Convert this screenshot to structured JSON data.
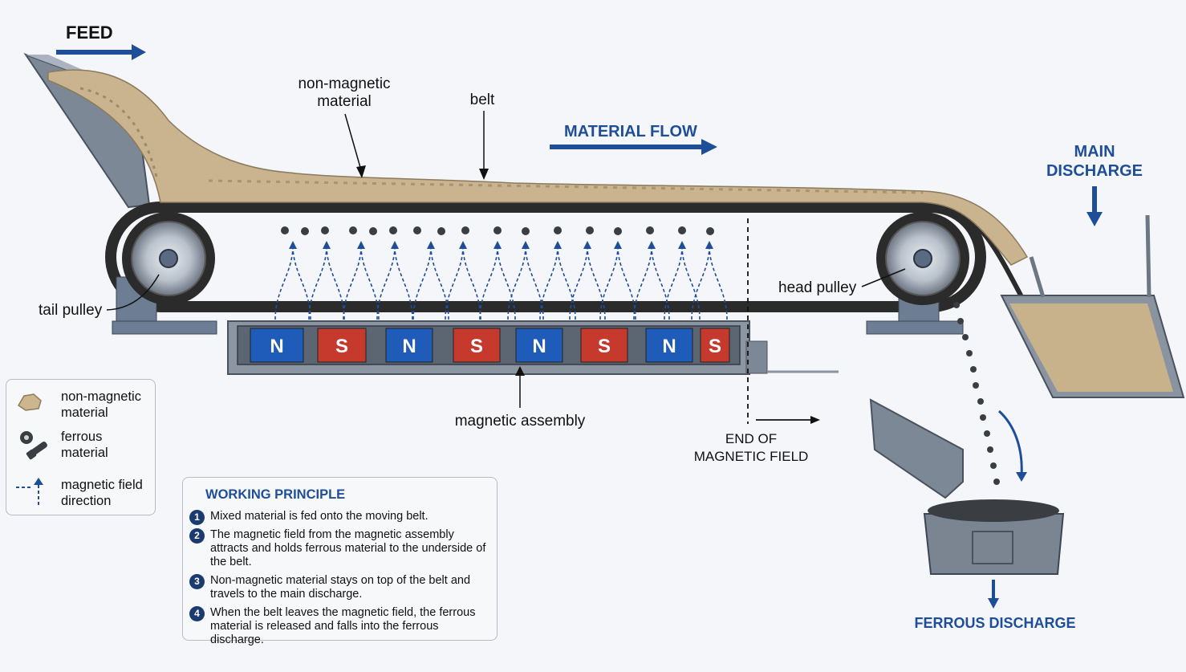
{
  "labels": {
    "feed": "FEED",
    "non_magnetic": [
      "non-magnetic",
      "material"
    ],
    "belt": "belt",
    "material_flow": "MATERIAL FLOW",
    "main_discharge": [
      "MAIN",
      "DISCHARGE"
    ],
    "tail_pulley": "tail pulley",
    "head_pulley": "head pulley",
    "magnetic_assembly": "magnetic assembly",
    "end_of_field": [
      "END OF",
      "MAGNETIC FIELD"
    ],
    "ferrous_discharge": "FERROUS DISCHARGE"
  },
  "magnet_poles": [
    "N",
    "S",
    "N",
    "S",
    "N",
    "S",
    "N",
    "S"
  ],
  "legend": {
    "items": [
      {
        "icon": "nugget-icon",
        "text": [
          "non-magnetic",
          "material"
        ]
      },
      {
        "icon": "bolt-nut-icon",
        "text": [
          "ferrous",
          "material"
        ]
      },
      {
        "icon": "field-arrow-icon",
        "text": [
          "magnetic field",
          "direction"
        ]
      }
    ]
  },
  "principle": {
    "title": "WORKING PRINCIPLE",
    "steps": [
      {
        "num": "1",
        "text": "Mixed material is fed onto the moving belt."
      },
      {
        "num": "2",
        "text": "The magnetic field from the magnetic assembly attracts and holds ferrous material to the underside of the belt."
      },
      {
        "num": "3",
        "text": "Non-magnetic material stays on top of the belt and travels to the main discharge."
      },
      {
        "num": "4",
        "text": "When the belt leaves the magnetic field, the ferrous material is released and falls into the ferrous discharge."
      }
    ]
  },
  "colors": {
    "accent_blue": "#1f4e99",
    "north_pole": "#1f5bb8",
    "south_pole": "#c63a2e",
    "belt": "#2b2b2b",
    "steel": "#7d8896"
  }
}
